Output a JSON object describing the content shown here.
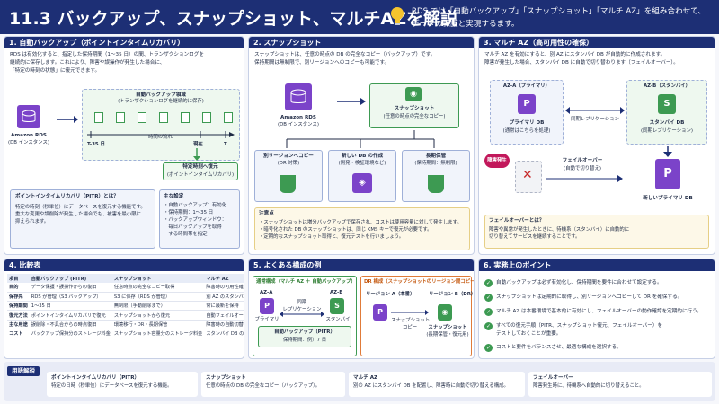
{
  "header": {
    "title": "11.3 バックアップ、スナップショット、マルチAZを解説",
    "intro_line1": "RDS では「自動バックアップ」「スナップショット」「マルチ AZ」を組み合わせて、",
    "intro_line2": "データの保護と実現するます。"
  },
  "p1": {
    "title": "1. 自動バックアップ（ポイントインタイムリカバリ）",
    "desc": [
      "RDS は有効化すると、指定した保持期間（1〜35 日）の間、トランザクションログを",
      "継続的に保存します。これにより、障害や誤操作が発生した場合に、",
      "「特定の時刻の状態」に復元できます。"
    ],
    "rds_label": "Amazon RDS",
    "rds_sub": "(DB インスタンス)",
    "auto_box_title": "自動バックアップ領域",
    "auto_box_sub": "(トランザクションログを継続的に保存)",
    "t_start": "T-35 日",
    "flow": "時間の流れ",
    "now": "現在",
    "t": "T",
    "restore_title": "特定時刻へ復元",
    "restore_sub": "(ポイントインタイムリカバリ)",
    "pitr_title": "ポイントインタイムリカバリ（PITR）とは？",
    "pitr_lines": [
      "特定の時刻（秒単位）にデータベースを復元する機能です。",
      "重大な変更や誤削除が発生した場合でも、被害を最小限に",
      "抑えられます。"
    ],
    "settings_title": "主な設定",
    "settings": [
      "・自動バックアップ：有効化",
      "・保持期間：1〜35 日",
      "・バックアップウィンドウ：",
      "　毎日バックアップを取得",
      "　する時間帯を指定"
    ]
  },
  "p2": {
    "title": "2. スナップショット",
    "desc": [
      "スナップショットは、任意の時点の DB の完全なコピー（バックアップ）です。",
      "保持期間は無制限で、別リージョンへのコピーも可能です。"
    ],
    "rds_label": "Amazon RDS",
    "rds_sub": "(DB インスタンス)",
    "snap_label": "スナップショット",
    "snap_sub": "(任意の時点の完全なコピー)",
    "uses": [
      {
        "t": "別リージョンへコピー",
        "s": "(DR 対策)"
      },
      {
        "t": "新しい DB の作成",
        "s": "(開発・検証環境など)"
      },
      {
        "t": "長期保管",
        "s": "(保持期間：無制限)"
      }
    ],
    "points_title": "注意点",
    "points": [
      "・スナップショットは増分バックアップで保存され、コストは使用容量に対して発生します。",
      "・暗号化された DB のスナップショットは、同じ KMS キーで復元が必要です。",
      "・定期的なスナップショット取得と、復元テストを行いましょう。"
    ]
  },
  "p3": {
    "title": "3. マルチ AZ（高可用性の確保）",
    "desc": [
      "マルチ AZ を有効にすると、別 AZ にスタンバイ DB が自動的に作成されます。",
      "障害が発生した場合、スタンバイ DB に自動で切り替わります（フェイルオーバー）。"
    ],
    "aza": "AZ-A（プライマリ）",
    "azb": "AZ-B（スタンバイ）",
    "primary": "プライマリ DB",
    "primary_sub": "(通常はこちらを処理)",
    "standby": "スタンバイ DB",
    "standby_sub": "(同期レプリケーション)",
    "sync": "同期レプリケーション",
    "fault": "障害発生",
    "failover": "フェイルオーバー",
    "failover_sub": "(自動で切り替え)",
    "new_primary": "新しいプライマリ DB",
    "fo_title": "フェイルオーバーとは？",
    "fo_lines": [
      "障害や異常が発生したときに、待機系（スタンバイ）に自動的に",
      "切り替えてサービスを継続することです。"
    ]
  },
  "p4": {
    "title": "4. 比較表",
    "headers": [
      "項目",
      "自動バックアップ (PITR)",
      "スナップショット",
      "マルチ AZ"
    ],
    "rows": [
      [
        "目的",
        "データ保護・誤操作からの復旧",
        "任意時点の完全なコピー取得",
        "障害時の可用性確保"
      ],
      [
        "保存先",
        "RDS が管理（S3 バックアップ）",
        "S3 に保存（RDS が管理）",
        "別 AZ のスタンバイ DB"
      ],
      [
        "保持期間",
        "1〜35 日",
        "無制限（手動削除まで）",
        "常に最新を保持"
      ],
      [
        "復元方法",
        "ポイントインタイムリカバリで復元",
        "スナップショットから復元",
        "自動フェイルオーバー"
      ],
      [
        "主な用途",
        "誤削除・不具合からの時点復旧",
        "環境移行・DR・長期保管",
        "障害時の自動切替"
      ],
      [
        "コスト",
        "バックアップ保持分のストレージ料金",
        "スナップショット容量分のストレージ料金",
        "スタンバイ DB の料金が追加"
      ]
    ]
  },
  "p5": {
    "title": "5. よくある構成の例",
    "left_title": "通常構成（マルチ AZ ＋ 自動バックアップ）",
    "right_title": "DR 構成（スナップショットのリージョン間コピー）",
    "aza": "AZ-A",
    "azb": "AZ-B",
    "primary": "プライマリ",
    "standby": "スタンバイ",
    "sync1": "同期",
    "sync2": "レプリケーション",
    "backup": "自動バックアップ（PITR）",
    "backup_sub": "保持期間：例）7 日",
    "region_main": "リージョン A（本番）",
    "region_dr": "リージョン B（DR）",
    "snapcopy1": "スナップショット",
    "snapcopy2": "コピー",
    "snap": "スナップショット",
    "snap_sub": "(長期保管・復元用)"
  },
  "p6": {
    "title": "6. 実務上のポイント",
    "points": [
      [
        "自動バックアップは必ず有効化し、保持期間を要件に合わせて設定する。"
      ],
      [
        "スナップショットは定期的に取得し、別リージョンへコピーして DR を確保する。"
      ],
      [
        "マルチ AZ は本番環境で基本的に有効にし、フェイルオーバーの動作確認を定期的に行う。"
      ],
      [
        "すべての復元手順（PITR、スナップショット復元、フェイルオーバー）を",
        "テストしておくことが重要。"
      ],
      [
        "コストと要件をバランスさせ、最適な構成を選択する。"
      ]
    ]
  },
  "glossary": {
    "label": "用語解説",
    "items": [
      {
        "t": "ポイントインタイムリカバリ（PITR）",
        "d": "特定の日時（秒単位）にデータベースを復元する機能。"
      },
      {
        "t": "スナップショット",
        "d": "任意の時点の DB の完全なコピー（バックアップ）。"
      },
      {
        "t": "マルチ AZ",
        "d": "別の AZ にスタンバイ DB を配置し、障害時に自動で切り替える構成。"
      },
      {
        "t": "フェイルオーバー",
        "d": "障害発生時に、待機系へ自動的に切り替えること。"
      }
    ]
  }
}
